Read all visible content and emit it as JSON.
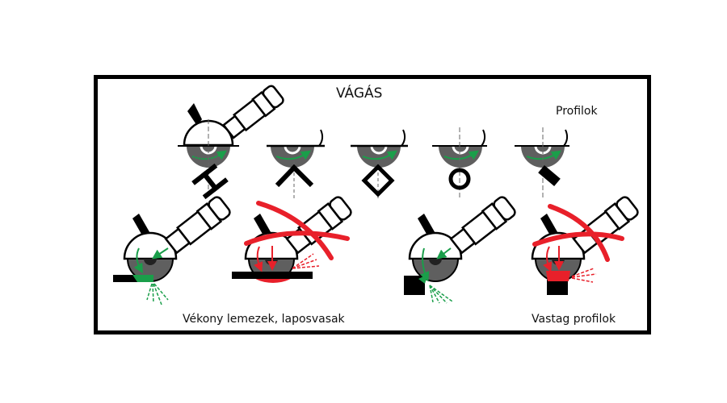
{
  "diagram": {
    "title": "VÁGÁS",
    "profiles_label": "Profilok",
    "thin_label": "Vékony lemezek, laposvasak",
    "thick_label": "Vastag profilok",
    "profiles": [
      {
        "shape": "i-beam"
      },
      {
        "shape": "angle"
      },
      {
        "shape": "square-tube"
      },
      {
        "shape": "round-tube"
      },
      {
        "shape": "flat-bar-tilted"
      }
    ],
    "examples": [
      {
        "workpiece": "thin-plate",
        "status": "correct"
      },
      {
        "workpiece": "thin-plate",
        "status": "incorrect"
      },
      {
        "workpiece": "thick-block",
        "status": "correct"
      },
      {
        "workpiece": "thick-block",
        "status": "incorrect"
      }
    ],
    "colors": {
      "correct": "#1a9e4a",
      "incorrect": "#e8202a",
      "disc": "#5f5f5f",
      "outline": "#000000"
    }
  }
}
